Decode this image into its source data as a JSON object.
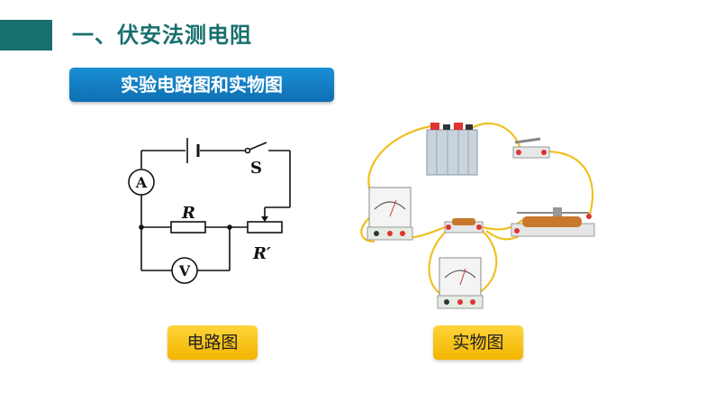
{
  "header": {
    "title": "一、伏安法测电阻"
  },
  "subtitle": "实验电路图和实物图",
  "circuit_labels": {
    "switch": "S",
    "resistor": "R",
    "rheostat": "R′",
    "ammeter": "A",
    "voltmeter": "V"
  },
  "captions": {
    "left": "电路图",
    "right": "实物图"
  },
  "colors": {
    "accent": "#17706e",
    "banner_blue": "#1a8fd4",
    "caption_yellow": "#ffd43a",
    "wire": "#f0c020"
  }
}
